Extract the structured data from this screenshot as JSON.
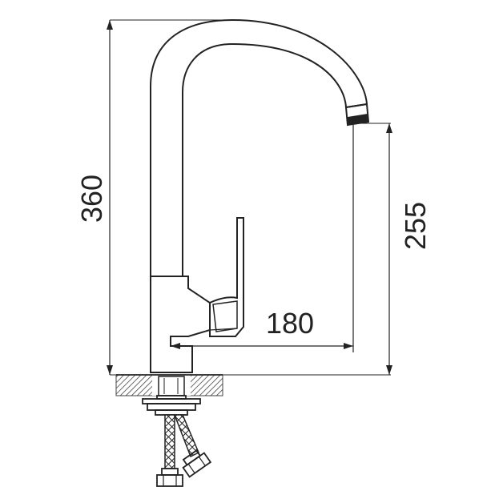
{
  "dimensions": {
    "total_height": "360",
    "spout_height": "255",
    "spout_reach": "180"
  },
  "colors": {
    "line": "#222222",
    "background": "#ffffff",
    "hatch": "#444444"
  }
}
